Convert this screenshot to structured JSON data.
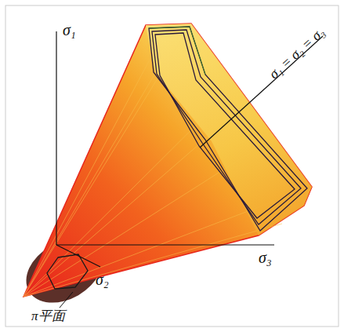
{
  "diagram": {
    "labels": [
      "σ₁",
      "σ₃",
      "σ₁ = σ₂ = σ₃",
      "σ₂",
      "π平面"
    ]
  }
}
